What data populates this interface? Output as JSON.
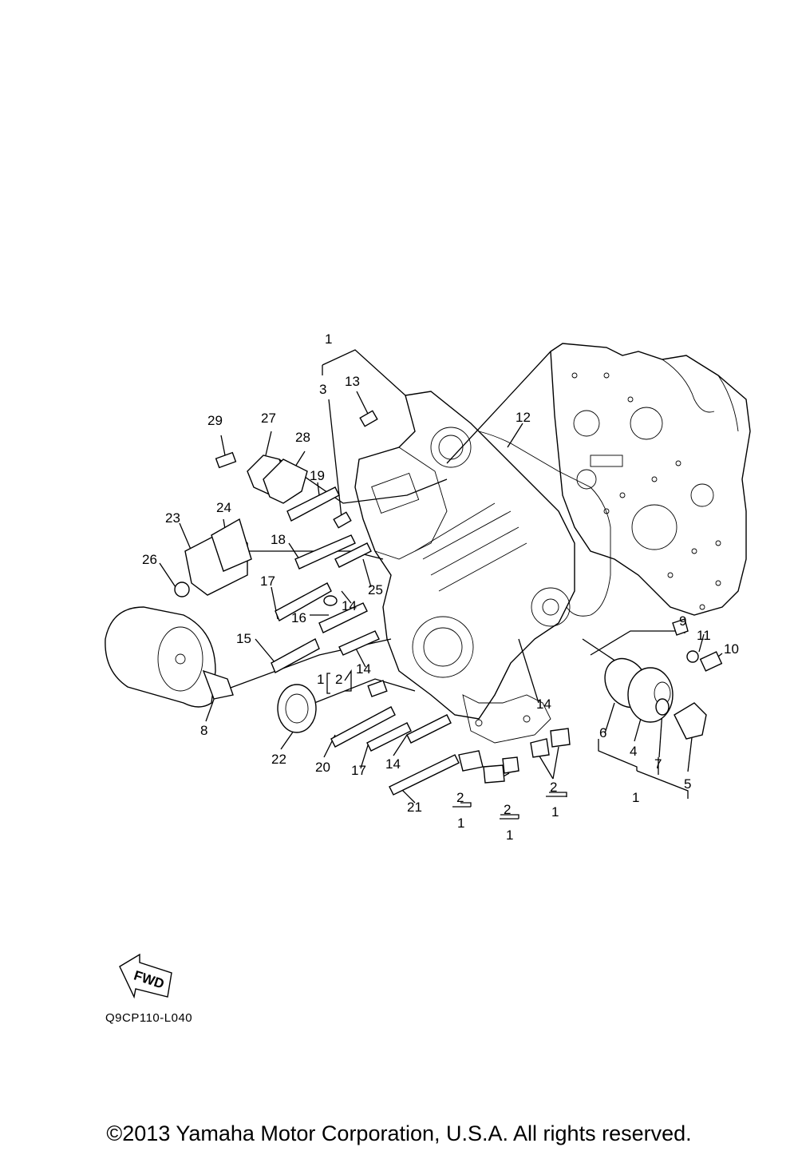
{
  "diagram": {
    "callouts": {
      "c1_top": "1",
      "c3": "3",
      "c13": "13",
      "c12": "12",
      "c29": "29",
      "c27": "27",
      "c28": "28",
      "c19": "19",
      "c23": "23",
      "c24": "24",
      "c26": "26",
      "c18": "18",
      "c17a": "17",
      "c25": "25",
      "c14a": "14",
      "c16": "16",
      "c15": "15",
      "c14b": "14",
      "c1_2_left_a": "1",
      "c1_2_left_b": "2",
      "c14c": "14",
      "c8": "8",
      "c22": "22",
      "c20": "20",
      "c17b": "17",
      "c14d": "14",
      "c21": "21",
      "c2_a": "2",
      "c1_a": "1",
      "c2_b": "2",
      "c1_b": "1",
      "c2_c": "2",
      "c1_c": "1",
      "c9": "9",
      "c11": "11",
      "c10": "10",
      "c6": "6",
      "c4": "4",
      "c7": "7",
      "c5": "5",
      "c1_bottom": "1"
    },
    "fwd_label": "FWD",
    "code": "Q9CP110-L040"
  },
  "footer": {
    "copyright": "©2013 Yamaha Motor Corporation, U.S.A. All rights reserved."
  }
}
